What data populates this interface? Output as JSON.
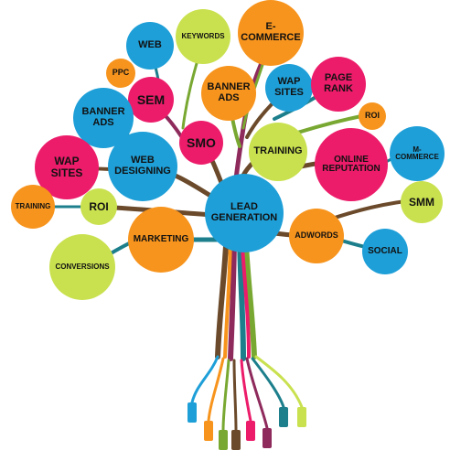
{
  "colors": {
    "blue": "#1E9FD8",
    "orange": "#F7941D",
    "pink": "#EC1C6A",
    "lime": "#C9E14F",
    "trunk_brown": "#6B4A2B",
    "trunk_purple": "#8E2A5C",
    "trunk_teal": "#1D7F8C",
    "trunk_green": "#79A832"
  },
  "nodes": {
    "lead_generation": {
      "label": "LEAD\nGENERATION",
      "color": "blue"
    },
    "web": {
      "label": "WEB",
      "color": "blue"
    },
    "keywords": {
      "label": "KEYWORDS",
      "color": "lime"
    },
    "e_commerce": {
      "label": "E-\nCOMMERCE",
      "color": "orange"
    },
    "ppc": {
      "label": "PPC",
      "color": "orange"
    },
    "sem": {
      "label": "SEM",
      "color": "pink"
    },
    "banner_ads_top": {
      "label": "BANNER\nADS",
      "color": "orange"
    },
    "wap_sites_top": {
      "label": "WAP\nSITES",
      "color": "blue"
    },
    "page_rank": {
      "label": "PAGE\nRANK",
      "color": "pink"
    },
    "roi_top": {
      "label": "ROI",
      "color": "orange"
    },
    "banner_ads_left": {
      "label": "BANNER\nADS",
      "color": "blue"
    },
    "smo": {
      "label": "SMO",
      "color": "pink"
    },
    "training_top": {
      "label": "TRAINING",
      "color": "lime"
    },
    "online_reputation": {
      "label": "ONLINE\nREPUTATION",
      "color": "pink"
    },
    "m_commerce": {
      "label": "M-\nCOMMERCE",
      "color": "blue"
    },
    "wap_sites_left": {
      "label": "WAP\nSITES",
      "color": "pink"
    },
    "web_designing": {
      "label": "WEB\nDESIGNING",
      "color": "blue"
    },
    "smm": {
      "label": "SMM",
      "color": "lime"
    },
    "training_left": {
      "label": "TRAINING",
      "color": "orange"
    },
    "roi_left": {
      "label": "ROI",
      "color": "lime"
    },
    "marketing": {
      "label": "MARKETING",
      "color": "orange"
    },
    "adwords": {
      "label": "ADWORDS",
      "color": "orange"
    },
    "social": {
      "label": "SOCIAL",
      "color": "blue"
    },
    "conversions": {
      "label": "CONVERSIONS",
      "color": "lime"
    }
  }
}
